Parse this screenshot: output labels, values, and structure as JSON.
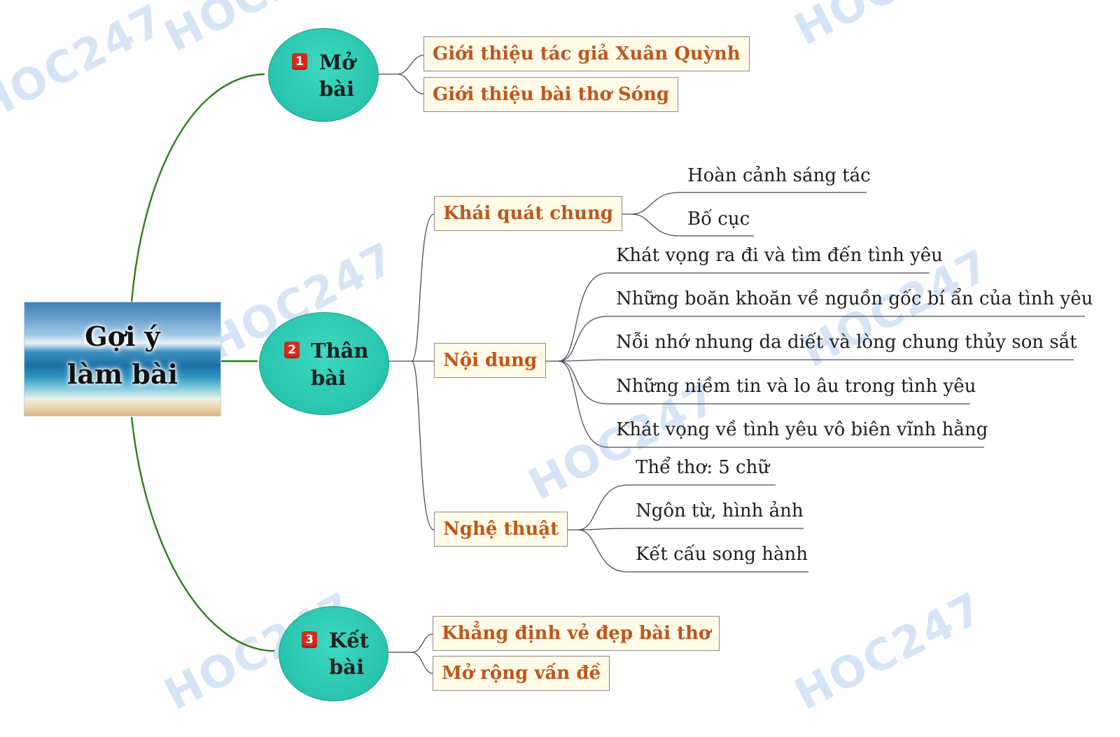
{
  "root": {
    "line1": "Gợi ý",
    "line2": "làm bài"
  },
  "mo_bai": {
    "number": "1",
    "line1": "Mở",
    "line2": "bài",
    "items": [
      "Giới thiệu tác giả Xuân Quỳnh",
      "Giới thiệu bài thơ Sóng"
    ]
  },
  "than_bai": {
    "number": "2",
    "line1": "Thân",
    "line2": "bài",
    "khai_quat": {
      "label": "Khái quát chung",
      "items": [
        "Hoàn cảnh sáng tác",
        "Bố cục"
      ]
    },
    "noi_dung": {
      "label": "Nội dung",
      "items": [
        "Khát vọng ra đi và tìm đến tình yêu",
        "Những boăn khoăn về nguồn gốc bí ẩn của tình yêu",
        "Nỗi nhớ nhung da diết và lòng chung thủy son sắt",
        "Những niềm tin và lo âu trong tình yêu",
        "Khát vọng về tình yêu vô biên vĩnh hằng"
      ]
    },
    "nghe_thuat": {
      "label": "Nghệ thuật",
      "items": [
        "Thể thơ: 5 chữ",
        "Ngôn từ, hình ảnh",
        "Kết cấu song hành"
      ]
    }
  },
  "ket_bai": {
    "number": "3",
    "line1": "Kết",
    "line2": "bài",
    "items": [
      "Khẳng định vẻ đẹp bài thơ",
      "Mở rộng vấn đề"
    ]
  },
  "watermark": "HOC247",
  "colors": {
    "main_node": "#28c4ad",
    "sub_box_bg": "#fffbe8",
    "sub_text": "#c0561a",
    "main_connector": "#2e7d1a",
    "badge": "#d52b1e"
  }
}
